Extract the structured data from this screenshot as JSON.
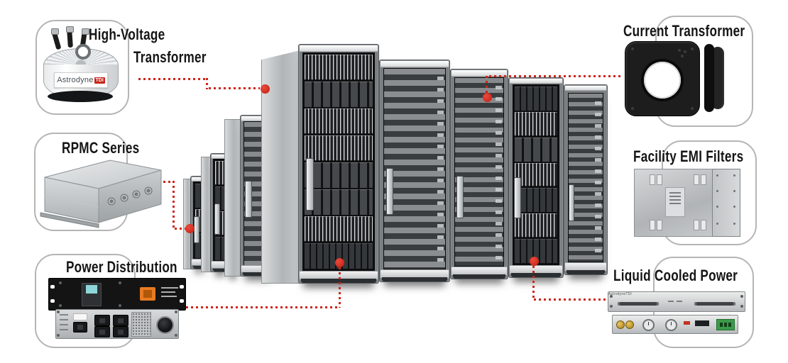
{
  "colors": {
    "accent_red": "#cf2418",
    "card_border": "#b5b5b5",
    "title_color": "#151515",
    "rack_gray": "#7b8083"
  },
  "brand": {
    "name": "Astrodyne",
    "suffix": "TDI"
  },
  "callouts": {
    "high_voltage": {
      "title_line1": "High-Voltage",
      "title_line2": "Transformer"
    },
    "rpmc": {
      "title": "RPMC Series"
    },
    "power_distribution": {
      "title": "Power Distribution"
    },
    "current_transformer": {
      "title": "Current Transformer"
    },
    "emi": {
      "title": "Facility EMI Filters"
    },
    "liquid": {
      "title": "Liquid Cooled Power"
    }
  }
}
